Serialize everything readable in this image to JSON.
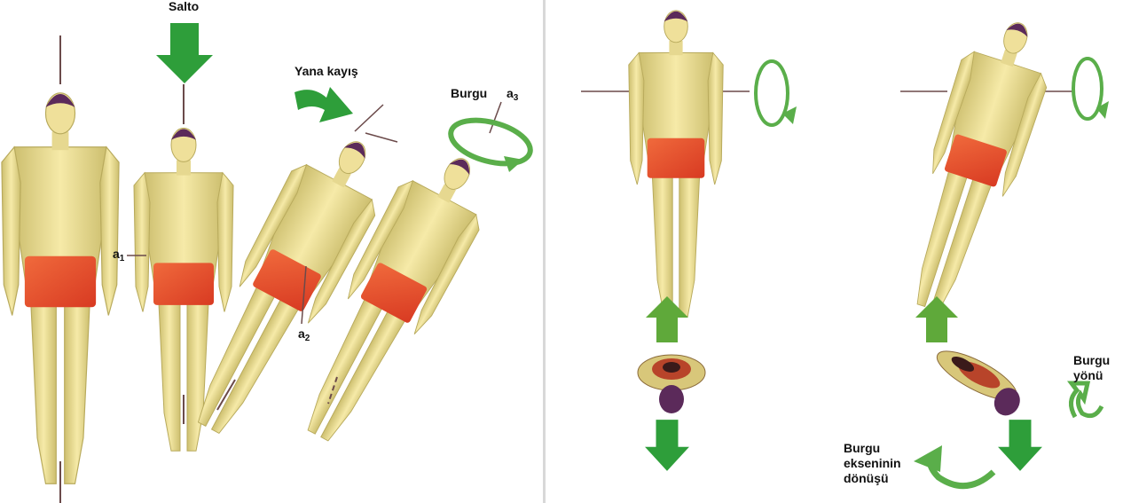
{
  "labels": {
    "salto": "Salto",
    "yana_kayis": "Yana kayış",
    "burgu": "Burgu",
    "a1": "a",
    "a1_sub": "1",
    "a2": "a",
    "a2_sub": "2",
    "a3": "a",
    "a3_sub": "3",
    "burgu_yonu_line1": "Burgu",
    "burgu_yonu_line2": "yönü",
    "burgu_ekseni_line1": "Burgu",
    "burgu_ekseni_line2": "ekseninin",
    "burgu_ekseni_line3": "dönüşü"
  },
  "colors": {
    "arrow_green": "#2e9e3a",
    "arrow_green_light": "#6fba4a",
    "curve_green": "#5aae4a",
    "skin": "#f2e6a0",
    "skin_shade": "#d8cb7c",
    "shorts": "#e8502e",
    "cap": "#5b2a5a",
    "axis_line": "#6b4a4a",
    "divider": "#dcdcdc"
  },
  "icons": [
    "down-arrow-icon",
    "right-curved-arrow-icon",
    "up-arrow-icon",
    "rotation-arrow-icon"
  ]
}
